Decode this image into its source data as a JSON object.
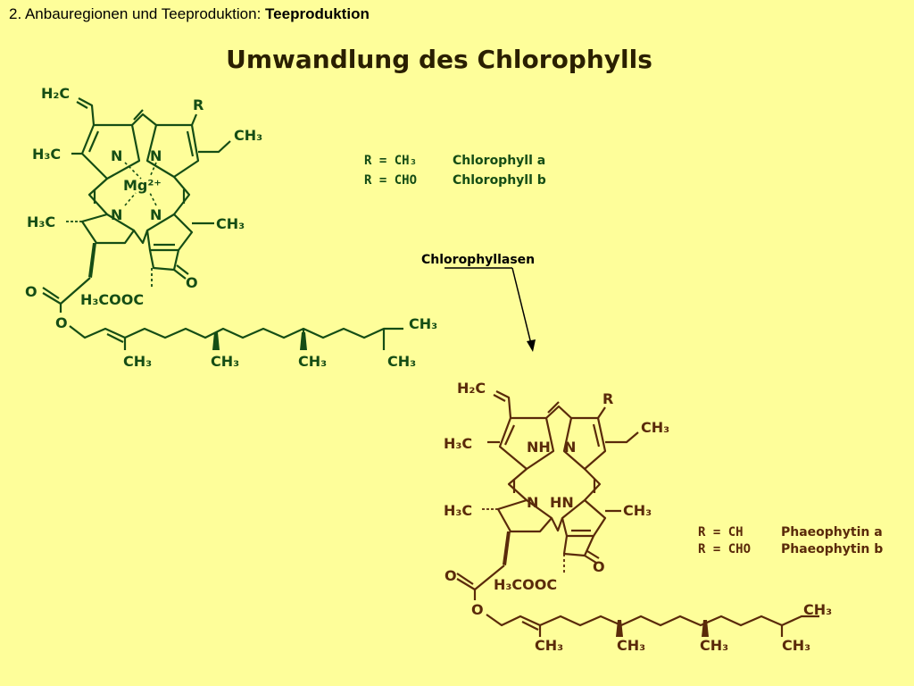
{
  "header": {
    "prefix": "2. Anbauregionen und Teeproduktion: ",
    "topic": "Teeproduktion"
  },
  "title": "Umwandlung des Chlorophylls",
  "colors": {
    "background": "#fefe9a",
    "chlorophyll": "#154d15",
    "phaeophytin": "#5a2a0a",
    "arrow": "#000000"
  },
  "chlorophyll": {
    "h2c": "H₂C",
    "r": "R",
    "ch3_ethyl": "CH₃",
    "h3c_left": "H₃C",
    "n1": "N",
    "n2": "N",
    "n3": "N",
    "n4": "N",
    "mg": "Mg²⁺",
    "h3c_lower": "H₃C",
    "ch3_right": "CH₃",
    "o_ketone": "O",
    "o_ester_c": "O",
    "h3cooc": "H₃COOC",
    "o_ester": "O",
    "ch3_tail_end": "CH₃",
    "ch3_tail_1": "CH₃",
    "ch3_tail_2": "CH₃",
    "ch3_tail_3": "CH₃",
    "ch3_tail_4": "CH₃"
  },
  "chlorophyll_legend": [
    {
      "r": "R = CH₃",
      "name": "Chlorophyll a"
    },
    {
      "r": "R = CHO",
      "name": "Chlorophyll b"
    }
  ],
  "enzyme": "Chlorophyllasen",
  "phaeophytin": {
    "h2c": "H₂C",
    "r": "R",
    "ch3_ethyl": "CH₃",
    "h3c_left": "H₃C",
    "nh": "NH",
    "n_top": "N",
    "n_bottom": "N",
    "hn": "HN",
    "h3c_lower": "H₃C",
    "ch3_right": "CH₃",
    "o_ketone": "O",
    "o_ester_c": "O",
    "h3cooc": "H₃COOC",
    "o_ester": "O",
    "ch3_tail_end": "CH₃",
    "ch3_tail_1": "CH₃",
    "ch3_tail_2": "CH₃",
    "ch3_tail_3": "CH₃",
    "ch3_tail_4": "CH₃"
  },
  "phaeophytin_legend": [
    {
      "r": "R = CH",
      "name": "Phaeophytin a"
    },
    {
      "r": "R = CHO",
      "name": "Phaeophytin b"
    }
  ]
}
